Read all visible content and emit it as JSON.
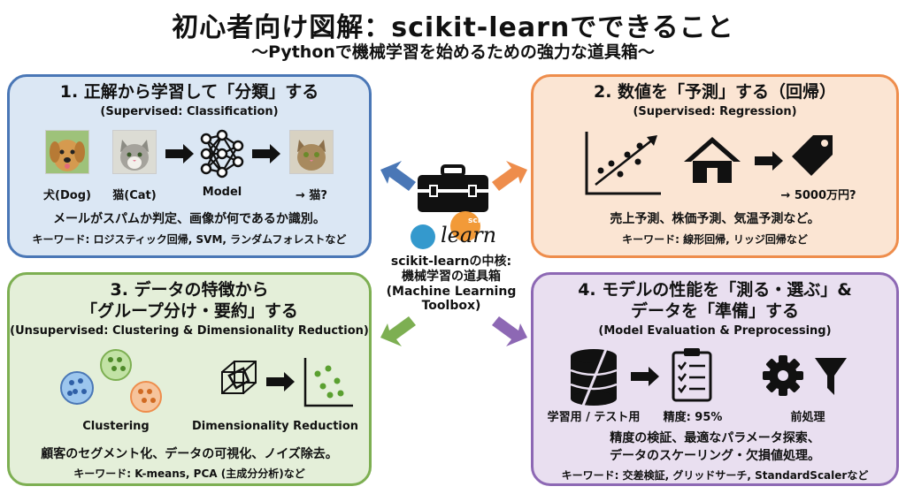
{
  "title": "初心者向け図解：scikit-learnでできること",
  "subtitle": "〜Pythonで機械学習を始めるための強力な道具箱〜",
  "center": {
    "logo_small": "scikit",
    "logo_large": "learn",
    "caption_line1": "scikit-learnの中核:",
    "caption_line2": "機械学習の道具箱",
    "caption_line3": "(Machine Learning",
    "caption_line4": "Toolbox)"
  },
  "box1": {
    "title": "1. 正解から学習して「分類」する",
    "subtitle": "(Supervised: Classification)",
    "labels": {
      "dog": "犬(Dog)",
      "cat": "猫(Cat)",
      "model": "Model",
      "result": "→ 猫?"
    },
    "description": "メールがスパムか判定、画像が何であるか識別。",
    "keywords": "キーワード: ロジスティック回帰, SVM, ランダムフォレストなど"
  },
  "box2": {
    "title": "2. 数値を「予測」する（回帰）",
    "subtitle": "(Supervised: Regression)",
    "price_label": "→ 5000万円?",
    "description": "売上予測、株価予測、気温予測など。",
    "keywords": "キーワード: 線形回帰, リッジ回帰など"
  },
  "box3": {
    "title_line1": "3. データの特徴から",
    "title_line2": "「グループ分け・要約」する",
    "subtitle": "(Unsupervised: Clustering & Dimensionality Reduction)",
    "labels": {
      "clustering": "Clustering",
      "dimred": "Dimensionality Reduction"
    },
    "description": "顧客のセグメント化、データの可視化、ノイズ除去。",
    "keywords": "キーワード: K-means, PCA (主成分分析)など"
  },
  "box4": {
    "title_line1": "4. モデルの性能を「測る・選ぶ」&",
    "title_line2": "データを「準備」する",
    "subtitle": "(Model Evaluation & Preprocessing)",
    "labels": {
      "split": "学習用 / テスト用",
      "accuracy": "精度: 95%",
      "preprocess": "前処理"
    },
    "description_line1": "精度の検証、最適なパラメータ探索、",
    "description_line2": "データのスケーリング・欠損値処理。",
    "keywords": "キーワード: 交差検証, グリッドサーチ, StandardScalerなど"
  },
  "colors": {
    "blue": "#4a77b6",
    "orange": "#ee8d4c",
    "green": "#7daf52",
    "purple": "#8d68b4"
  }
}
